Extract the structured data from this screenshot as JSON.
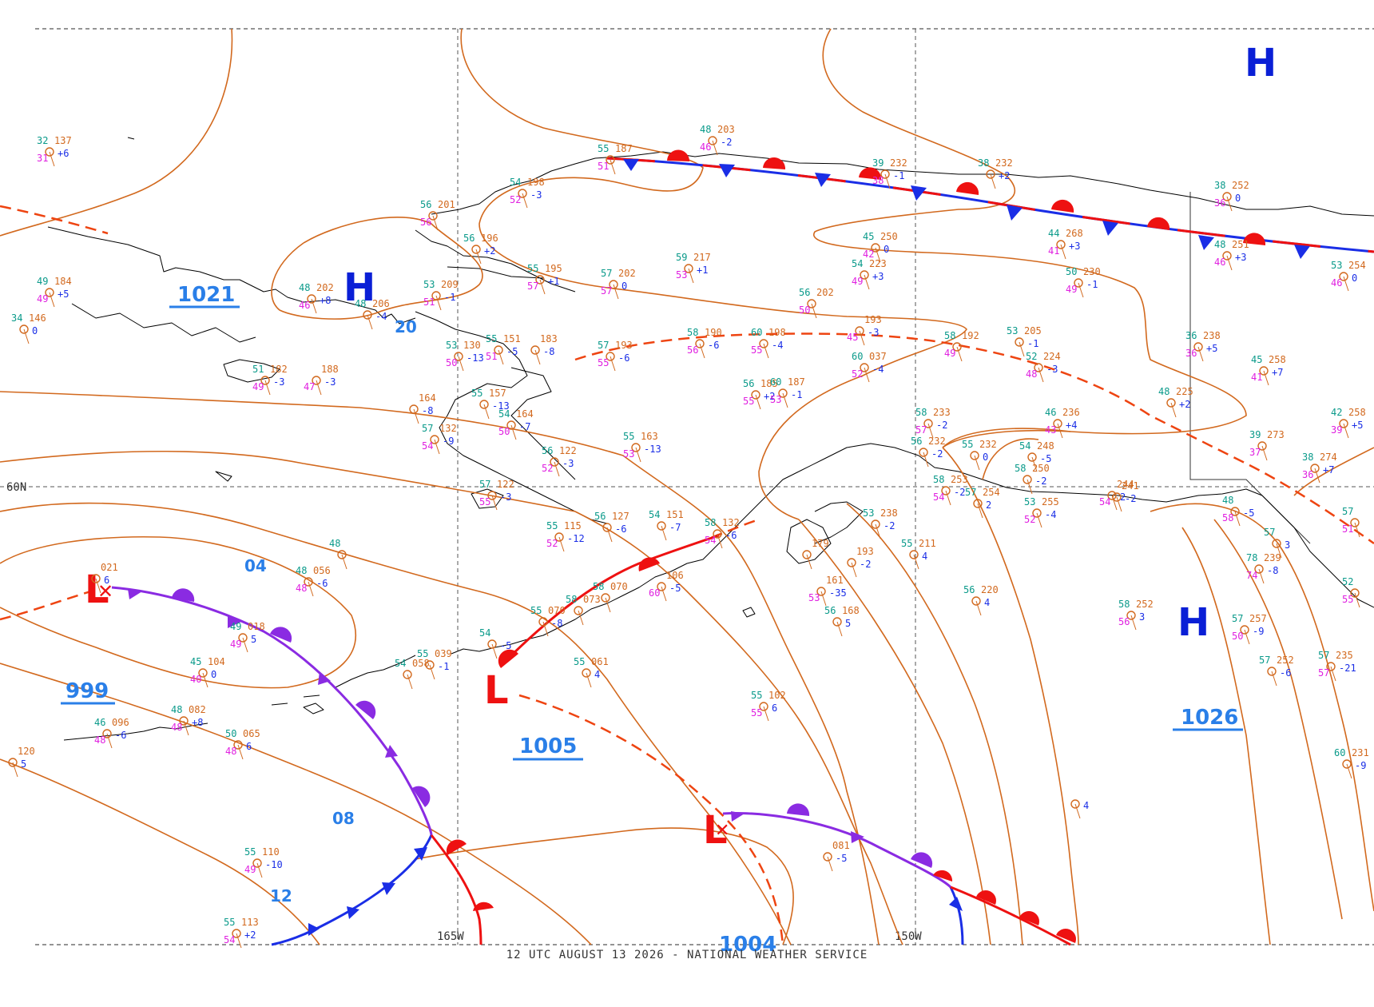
{
  "caption": "12 UTC AUGUST 13 2026 - NATIONAL WEATHER SERVICE",
  "colors": {
    "isobar": "#d2691e",
    "high": "#0a1fd6",
    "low": "#ee1111",
    "warm_front": "#ee1111",
    "cold_front": "#1a2ee6",
    "occluded_front": "#8a2be2",
    "trough": "#ee4411",
    "iso_label": "#2a7fe8",
    "coast": "#000000",
    "grid": "#555555",
    "temp": "#0a9a8a",
    "dewpoint": "#e020e0",
    "pressure": "#d2691e",
    "tendency": "#1a2ee6"
  },
  "grid_labels": {
    "lat_60n": "60N",
    "lon_165w": "165W",
    "lon_150w": "150W"
  },
  "pressure_centers": [
    {
      "type": "H",
      "value": "1021"
    },
    {
      "type": "H",
      "value": ""
    },
    {
      "type": "H",
      "value": "1026"
    },
    {
      "type": "L",
      "value": "999"
    },
    {
      "type": "L",
      "value": "1005"
    },
    {
      "type": "L",
      "value": "1004"
    }
  ],
  "isobar_labels": [
    "20",
    "04",
    "08",
    "12"
  ],
  "stations": [
    {
      "t": "32",
      "p": "137",
      "d": "31",
      "tend": "+6"
    },
    {
      "t": "49",
      "p": "184",
      "d": "49",
      "tend": "+5"
    },
    {
      "t": "34",
      "p": "146",
      "d": "",
      "tend": "0"
    },
    {
      "t": "56",
      "p": "201",
      "d": "56",
      "tend": ""
    },
    {
      "t": "48",
      "p": "202",
      "d": "46",
      "tend": "+8"
    },
    {
      "t": "48",
      "p": "206",
      "d": "",
      "tend": "-4"
    },
    {
      "t": "53",
      "p": "209",
      "d": "51",
      "tend": "-1"
    },
    {
      "t": "56",
      "p": "196",
      "d": "",
      "tend": "+2"
    },
    {
      "t": "54",
      "p": "198",
      "d": "52",
      "tend": "-3"
    },
    {
      "t": "55",
      "p": "195",
      "d": "57",
      "tend": "+1"
    },
    {
      "t": "57",
      "p": "202",
      "d": "57",
      "tend": "0"
    },
    {
      "t": "59",
      "p": "217",
      "d": "53",
      "tend": "+1"
    },
    {
      "t": "55",
      "p": "187",
      "d": "51",
      "tend": ""
    },
    {
      "t": "48",
      "p": "203",
      "d": "46",
      "tend": "-2"
    },
    {
      "t": "39",
      "p": "232",
      "d": "38",
      "tend": "-1"
    },
    {
      "t": "38",
      "p": "232",
      "d": "",
      "tend": "+2"
    },
    {
      "t": "38",
      "p": "252",
      "d": "36",
      "tend": "0"
    },
    {
      "t": "45",
      "p": "250",
      "d": "42",
      "tend": "0"
    },
    {
      "t": "44",
      "p": "268",
      "d": "41",
      "tend": "+3"
    },
    {
      "t": "48",
      "p": "251",
      "d": "46",
      "tend": "+3"
    },
    {
      "t": "53",
      "p": "254",
      "d": "46",
      "tend": "0"
    },
    {
      "t": "54",
      "p": "223",
      "d": "49",
      "tend": "+3"
    },
    {
      "t": "50",
      "p": "230",
      "d": "49",
      "tend": "-1"
    },
    {
      "t": "56",
      "p": "202",
      "d": "50",
      "tend": ""
    },
    {
      "t": "",
      "p": "193",
      "d": "45",
      "tend": "-3"
    },
    {
      "t": "53",
      "p": "130",
      "d": "50",
      "tend": "-13"
    },
    {
      "t": "55",
      "p": "151",
      "d": "51",
      "tend": "-5"
    },
    {
      "t": "",
      "p": "183",
      "d": "",
      "tend": "-8"
    },
    {
      "t": "57",
      "p": "193",
      "d": "55",
      "tend": "-6"
    },
    {
      "t": "58",
      "p": "190",
      "d": "56",
      "tend": "-6"
    },
    {
      "t": "60",
      "p": "198",
      "d": "55",
      "tend": "-4"
    },
    {
      "t": "60",
      "p": "037",
      "d": "52",
      "tend": "-4"
    },
    {
      "t": "58",
      "p": "192",
      "d": "49",
      "tend": ""
    },
    {
      "t": "53",
      "p": "205",
      "d": "",
      "tend": "-1"
    },
    {
      "t": "52",
      "p": "224",
      "d": "48",
      "tend": "-3"
    },
    {
      "t": "36",
      "p": "238",
      "d": "36",
      "tend": "+5"
    },
    {
      "t": "45",
      "p": "258",
      "d": "41",
      "tend": "+7"
    },
    {
      "t": "51",
      "p": "182",
      "d": "49",
      "tend": "-3"
    },
    {
      "t": "",
      "p": "188",
      "d": "47",
      "tend": "-3"
    },
    {
      "t": "",
      "p": "164",
      "d": "",
      "tend": "-8"
    },
    {
      "t": "55",
      "p": "157",
      "d": "",
      "tend": "-13"
    },
    {
      "t": "54",
      "p": "164",
      "d": "50",
      "tend": "-7"
    },
    {
      "t": "56",
      "p": "185",
      "d": "55",
      "tend": "+2"
    },
    {
      "t": "60",
      "p": "187",
      "d": "53",
      "tend": "-1"
    },
    {
      "t": "58",
      "p": "233",
      "d": "57",
      "tend": "-2"
    },
    {
      "t": "46",
      "p": "236",
      "d": "43",
      "tend": "+4"
    },
    {
      "t": "48",
      "p": "225",
      "d": "",
      "tend": "+2"
    },
    {
      "t": "42",
      "p": "258",
      "d": "39",
      "tend": "+5"
    },
    {
      "t": "39",
      "p": "273",
      "d": "37",
      "tend": ""
    },
    {
      "t": "38",
      "p": "274",
      "d": "36",
      "tend": "+7"
    },
    {
      "t": "57",
      "p": "132",
      "d": "54",
      "tend": "-9"
    },
    {
      "t": "55",
      "p": "163",
      "d": "53",
      "tend": "-13"
    },
    {
      "t": "56",
      "p": "122",
      "d": "52",
      "tend": "-3"
    },
    {
      "t": "57",
      "p": "122",
      "d": "55",
      "tend": "-3"
    },
    {
      "t": "56",
      "p": "232",
      "d": "",
      "tend": "-2"
    },
    {
      "t": "55",
      "p": "232",
      "d": "",
      "tend": "0"
    },
    {
      "t": "54",
      "p": "248",
      "d": "",
      "tend": "-5"
    },
    {
      "t": "58",
      "p": "250",
      "d": "",
      "tend": "-2"
    },
    {
      "t": "58",
      "p": "253",
      "d": "54",
      "tend": "-2"
    },
    {
      "t": "57",
      "p": "254",
      "d": "",
      "tend": "2"
    },
    {
      "t": "53",
      "p": "255",
      "d": "52",
      "tend": "-4"
    },
    {
      "t": "55",
      "p": "115",
      "d": "52",
      "tend": "-12"
    },
    {
      "t": "56",
      "p": "127",
      "d": "",
      "tend": "-6"
    },
    {
      "t": "54",
      "p": "151",
      "d": "",
      "tend": "-7"
    },
    {
      "t": "58",
      "p": "132",
      "d": "54",
      "tend": "-6"
    },
    {
      "t": "53",
      "p": "238",
      "d": "",
      "tend": "-2"
    },
    {
      "t": "",
      "p": "179",
      "d": "",
      "tend": ""
    },
    {
      "t": "",
      "p": "193",
      "d": "",
      "tend": "-2"
    },
    {
      "t": "55",
      "p": "211",
      "d": "",
      "tend": "4"
    },
    {
      "t": "48",
      "p": "",
      "d": "",
      "tend": ""
    },
    {
      "t": "48",
      "p": "056",
      "d": "48",
      "tend": "-6"
    },
    {
      "t": "",
      "p": "021",
      "d": "",
      "tend": "6"
    },
    {
      "t": "",
      "p": "106",
      "d": "60",
      "tend": "-5"
    },
    {
      "t": "58",
      "p": "070",
      "d": "",
      "tend": ""
    },
    {
      "t": "58",
      "p": "073",
      "d": "",
      "tend": ""
    },
    {
      "t": "55",
      "p": "070",
      "d": "",
      "tend": "-8"
    },
    {
      "t": "54",
      "p": "",
      "d": "",
      "tend": "-5"
    },
    {
      "t": "",
      "p": "161",
      "d": "53",
      "tend": "-35"
    },
    {
      "t": "56",
      "p": "168",
      "d": "",
      "tend": "5"
    },
    {
      "t": "56",
      "p": "220",
      "d": "",
      "tend": "4"
    },
    {
      "t": "58",
      "p": "252",
      "d": "56",
      "tend": "3"
    },
    {
      "t": "49",
      "p": "018",
      "d": "49",
      "tend": "5"
    },
    {
      "t": "45",
      "p": "104",
      "d": "40",
      "tend": "0"
    },
    {
      "t": "55",
      "p": "039",
      "d": "",
      "tend": "-1"
    },
    {
      "t": "54",
      "p": "058",
      "d": "",
      "tend": ""
    },
    {
      "t": "55",
      "p": "061",
      "d": "",
      "tend": "4"
    },
    {
      "t": "48",
      "p": "082",
      "d": "48",
      "tend": "+8"
    },
    {
      "t": "46",
      "p": "096",
      "d": "48",
      "tend": "-6"
    },
    {
      "t": "50",
      "p": "065",
      "d": "48",
      "tend": "6"
    },
    {
      "t": "",
      "p": "120",
      "d": "",
      "tend": "5"
    },
    {
      "t": "55",
      "p": "102",
      "d": "55",
      "tend": "6"
    },
    {
      "t": "55",
      "p": "110",
      "d": "49",
      "tend": "-10"
    },
    {
      "t": "55",
      "p": "113",
      "d": "54",
      "tend": "+2"
    },
    {
      "t": "",
      "p": "081",
      "d": "",
      "tend": "-5"
    },
    {
      "t": "",
      "p": "",
      "d": "",
      "tend": "4"
    },
    {
      "t": "48",
      "p": "",
      "d": "58",
      "tend": "-5"
    },
    {
      "t": "",
      "p": "241",
      "d": "",
      "tend": "-2"
    },
    {
      "t": "57",
      "p": "",
      "d": "",
      "tend": "3"
    },
    {
      "t": "78",
      "p": "239",
      "d": "74",
      "tend": "-8"
    },
    {
      "t": "57",
      "p": "257",
      "d": "50",
      "tend": "-9"
    },
    {
      "t": "57",
      "p": "252",
      "d": "",
      "tend": "-6"
    },
    {
      "t": "57",
      "p": "235",
      "d": "57",
      "tend": "-21"
    },
    {
      "t": "60",
      "p": "231",
      "d": "",
      "tend": "-9"
    },
    {
      "t": "57",
      "p": "",
      "d": "51",
      "tend": ""
    },
    {
      "t": "52",
      "p": "",
      "d": "55",
      "tend": ""
    },
    {
      "t": "",
      "p": "244",
      "d": "54",
      "tend": "2"
    }
  ]
}
